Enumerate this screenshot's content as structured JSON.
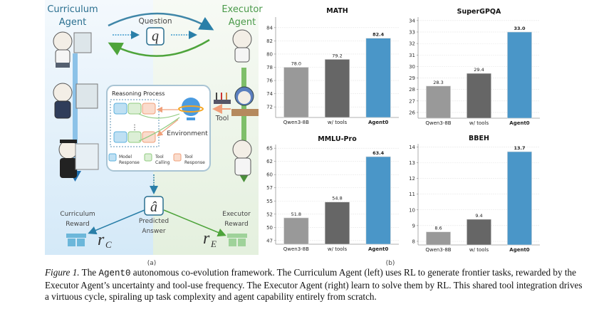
{
  "diagram": {
    "curriculum_agent_label": [
      "Curriculum",
      "Agent"
    ],
    "executor_agent_label": [
      "Executor",
      "Agent"
    ],
    "question_label": "Question",
    "question_symbol": "q",
    "reasoning_title": "Reasoning Process",
    "ellipsis": "⋮",
    "environment_label": "Environment",
    "tool_label": "Tool",
    "legend": [
      {
        "label": [
          "Model",
          "Response"
        ],
        "color": "#bfe0f3",
        "border": "#5fb2dd"
      },
      {
        "label": [
          "Tool",
          "Calling"
        ],
        "color": "#dcefd6",
        "border": "#8fcb7f"
      },
      {
        "label": [
          "Tool",
          "Response"
        ],
        "color": "#fadccd",
        "border": "#f0a07a"
      }
    ],
    "answer_symbol": "â",
    "predicted_answer_label": [
      "Predicted",
      "Answer"
    ],
    "curriculum_reward_label": [
      "Curriculum",
      "Reward"
    ],
    "executor_reward_label": [
      "Executor",
      "Reward"
    ],
    "curriculum_reward_symbol": "r",
    "curriculum_reward_sub": "C",
    "executor_reward_symbol": "r",
    "executor_reward_sub": "E",
    "colors": {
      "curriculum": "#2a7fa8",
      "executor": "#4ea43b"
    }
  },
  "panel_labels": {
    "a": "(a)",
    "b": "(b)"
  },
  "chart_data": [
    {
      "type": "bar",
      "title": "MATH",
      "categories": [
        "Qwen3-8B",
        "w/ tools",
        "Agent0"
      ],
      "values": [
        78.0,
        79.2,
        82.4
      ],
      "value_labels": [
        "78.0",
        "79.2",
        "82.4"
      ],
      "ylim": [
        70.4,
        85.6
      ],
      "yticks": [
        72,
        74,
        76,
        78,
        80,
        82,
        84
      ],
      "ytick_labels": [
        "72",
        "74",
        "76",
        "78",
        "80",
        "82",
        "84"
      ],
      "grid": true,
      "colors": [
        "#999999",
        "#666666",
        "#4a96c8"
      ]
    },
    {
      "type": "bar",
      "title": "SuperGPQA",
      "categories": [
        "Qwen3-8B",
        "w/ tools",
        "Agent0"
      ],
      "values": [
        28.3,
        29.4,
        33.0
      ],
      "value_labels": [
        "28.3",
        "29.4",
        "33.0"
      ],
      "ylim": [
        25.5,
        34.3
      ],
      "yticks": [
        26,
        27,
        28,
        29,
        30,
        31,
        32,
        33,
        34
      ],
      "ytick_labels": [
        "26",
        "27",
        "28",
        "29",
        "30",
        "31",
        "32",
        "33",
        "34"
      ],
      "grid": true,
      "colors": [
        "#999999",
        "#666666",
        "#4a96c8"
      ]
    },
    {
      "type": "bar",
      "title": "MMLU-Pro",
      "categories": [
        "Qwen3-8B",
        "w/ tools",
        "Agent0"
      ],
      "values": [
        51.8,
        54.8,
        63.4
      ],
      "value_labels": [
        "51.8",
        "54.8",
        "63.4"
      ],
      "ylim": [
        46.8,
        65.7
      ],
      "yticks": [
        47.5,
        50,
        52.5,
        55,
        57.5,
        60,
        62.5,
        65
      ],
      "ytick_labels": [
        "47",
        "50",
        "52",
        "55",
        "57",
        "60",
        "62",
        "65"
      ],
      "grid": true,
      "colors": [
        "#999999",
        "#666666",
        "#4a96c8"
      ]
    },
    {
      "type": "bar",
      "title": "BBEH",
      "categories": [
        "Qwen3-8B",
        "w/ tools",
        "Agent0"
      ],
      "values": [
        8.6,
        9.4,
        13.7
      ],
      "value_labels": [
        "8.6",
        "9.4",
        "13.7"
      ],
      "ylim": [
        7.77,
        14.2
      ],
      "yticks": [
        8,
        9,
        10,
        11,
        12,
        13,
        14
      ],
      "ytick_labels": [
        "8",
        "9",
        "10",
        "11",
        "12",
        "13",
        "14"
      ],
      "grid": true,
      "colors": [
        "#999999",
        "#666666",
        "#4a96c8"
      ]
    }
  ],
  "caption": {
    "prefix": "Figure 1.",
    "part1": " The ",
    "code": "Agent0",
    "part2": " autonomous co-evolution framework. The Curriculum Agent (left) uses RL to generate frontier tasks, rewarded by the Executor Agent’s uncertainty and tool-use frequency. The Executor Agent (right) learn to solve them by RL. This shared tool integration drives a virtuous cycle, spiraling up task complexity and agent capability entirely from scratch."
  }
}
